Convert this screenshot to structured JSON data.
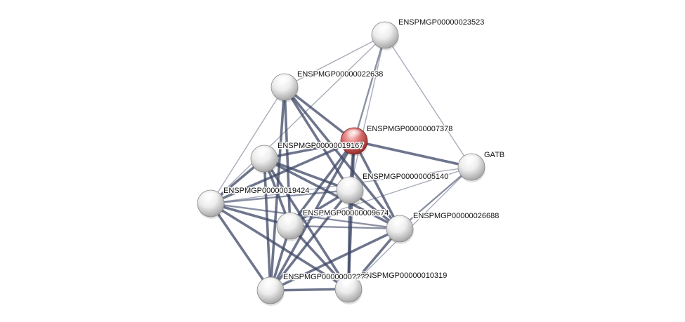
{
  "network": {
    "nodes": [
      {
        "id": "n23523",
        "label": "ENSPMGP00000023523",
        "highlight": false
      },
      {
        "id": "n22638",
        "label": "ENSPMGP00000022638",
        "highlight": false
      },
      {
        "id": "n7378",
        "label": "ENSPMGP00000007378",
        "highlight": true
      },
      {
        "id": "n19167",
        "label": "ENSPMGP00000019167",
        "highlight": false
      },
      {
        "id": "gatb",
        "label": "GATB",
        "highlight": false
      },
      {
        "id": "n5140",
        "label": "ENSPMGP00000005140",
        "highlight": false
      },
      {
        "id": "n19424",
        "label": "ENSPMGP00000019424",
        "highlight": false
      },
      {
        "id": "n9674",
        "label": "ENSPMGP00000009674",
        "highlight": false
      },
      {
        "id": "n26688",
        "label": "ENSPMGP00000026688",
        "highlight": false
      },
      {
        "id": "n10319",
        "label": "ENSPMGP00000010319",
        "highlight": false
      },
      {
        "id": "n7xxx",
        "label": "ENSPMGP0000000????",
        "highlight": false
      }
    ],
    "edges": [
      {
        "s": "n23523",
        "t": "n22638",
        "w": "light"
      },
      {
        "s": "n23523",
        "t": "n7378",
        "w": "medium"
      },
      {
        "s": "n23523",
        "t": "n19424",
        "w": "light"
      },
      {
        "s": "n23523",
        "t": "gatb",
        "w": "light"
      },
      {
        "s": "n23523",
        "t": "n5140",
        "w": "light"
      },
      {
        "s": "n22638",
        "t": "n7378",
        "w": "heavy"
      },
      {
        "s": "n22638",
        "t": "n5140",
        "w": "heavy"
      },
      {
        "s": "n22638",
        "t": "n26688",
        "w": "heavy"
      },
      {
        "s": "n22638",
        "t": "n7xxx",
        "w": "heavy"
      },
      {
        "s": "n22638",
        "t": "n9674",
        "w": "heavy"
      },
      {
        "s": "n22638",
        "t": "n19424",
        "w": "light"
      },
      {
        "s": "n7378",
        "t": "gatb",
        "w": "heavy"
      },
      {
        "s": "n7378",
        "t": "n19167",
        "w": "heavy"
      },
      {
        "s": "n7378",
        "t": "n5140",
        "w": "heavy"
      },
      {
        "s": "n7378",
        "t": "n19424",
        "w": "heavy"
      },
      {
        "s": "n7378",
        "t": "n9674",
        "w": "heavy"
      },
      {
        "s": "n7378",
        "t": "n26688",
        "w": "heavy"
      },
      {
        "s": "n7378",
        "t": "n10319",
        "w": "heavy"
      },
      {
        "s": "n7378",
        "t": "n7xxx",
        "w": "heavy"
      },
      {
        "s": "n19167",
        "t": "n5140",
        "w": "heavy"
      },
      {
        "s": "n19167",
        "t": "n19424",
        "w": "heavy"
      },
      {
        "s": "n19167",
        "t": "n9674",
        "w": "heavy"
      },
      {
        "s": "n19167",
        "t": "n26688",
        "w": "heavy"
      },
      {
        "s": "n19167",
        "t": "n10319",
        "w": "heavy"
      },
      {
        "s": "n19167",
        "t": "n7xxx",
        "w": "heavy"
      },
      {
        "s": "gatb",
        "t": "n26688",
        "w": "medium"
      },
      {
        "s": "gatb",
        "t": "n9674",
        "w": "light"
      },
      {
        "s": "gatb",
        "t": "n10319",
        "w": "light"
      },
      {
        "s": "gatb",
        "t": "n19424",
        "w": "light"
      },
      {
        "s": "n5140",
        "t": "n19424",
        "w": "medium"
      },
      {
        "s": "n5140",
        "t": "n9674",
        "w": "heavy"
      },
      {
        "s": "n5140",
        "t": "n26688",
        "w": "heavy"
      },
      {
        "s": "n5140",
        "t": "n10319",
        "w": "heavy"
      },
      {
        "s": "n5140",
        "t": "n7xxx",
        "w": "heavy"
      },
      {
        "s": "n19424",
        "t": "n9674",
        "w": "heavy"
      },
      {
        "s": "n19424",
        "t": "n26688",
        "w": "medium"
      },
      {
        "s": "n19424",
        "t": "n10319",
        "w": "heavy"
      },
      {
        "s": "n19424",
        "t": "n7xxx",
        "w": "heavy"
      },
      {
        "s": "n9674",
        "t": "n26688",
        "w": "medium"
      },
      {
        "s": "n9674",
        "t": "n10319",
        "w": "heavy"
      },
      {
        "s": "n9674",
        "t": "n7xxx",
        "w": "heavy"
      },
      {
        "s": "n26688",
        "t": "n10319",
        "w": "heavy"
      },
      {
        "s": "n26688",
        "t": "n7xxx",
        "w": "heavy"
      },
      {
        "s": "n10319",
        "t": "n7xxx",
        "w": "heavy"
      }
    ],
    "colors": {
      "edge": "#3e4766",
      "node_default": "#d8d8d8",
      "node_highlight": "#c64a4a"
    }
  }
}
